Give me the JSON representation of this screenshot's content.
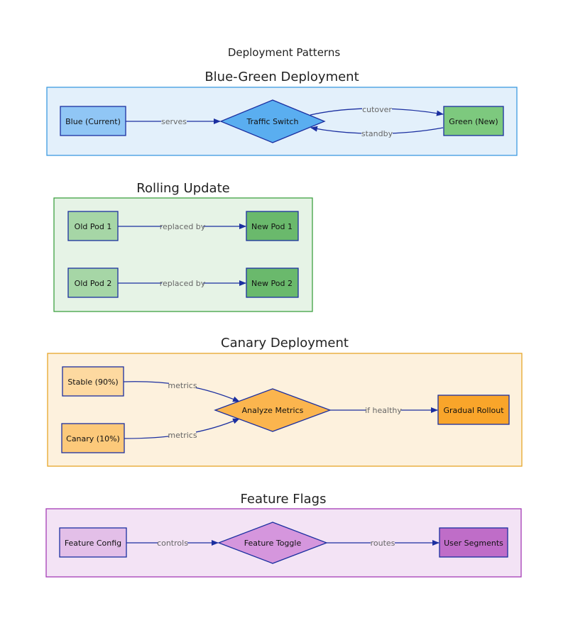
{
  "title": "Deployment Patterns",
  "groups": {
    "blue_green": {
      "title": "Blue-Green Deployment",
      "nodes": {
        "blue": "Blue (Current)",
        "switch": "Traffic Switch",
        "green": "Green (New)"
      },
      "edges": {
        "serves": "serves",
        "cutover": "cutover",
        "standby": "standby"
      }
    },
    "rolling": {
      "title": "Rolling Update",
      "nodes": {
        "old1": "Old Pod 1",
        "new1": "New Pod 1",
        "old2": "Old Pod 2",
        "new2": "New Pod 2"
      },
      "edges": {
        "replaced1": "replaced by",
        "replaced2": "replaced by"
      }
    },
    "canary": {
      "title": "Canary Deployment",
      "nodes": {
        "stable": "Stable (90%)",
        "canary": "Canary (10%)",
        "analyze": "Analyze Metrics",
        "rollout": "Gradual Rollout"
      },
      "edges": {
        "metrics1": "metrics",
        "metrics2": "metrics",
        "if_healthy": "if healthy"
      }
    },
    "feature_flags": {
      "title": "Feature Flags",
      "nodes": {
        "config": "Feature Config",
        "toggle": "Feature Toggle",
        "segments": "User Segments"
      },
      "edges": {
        "controls": "controls",
        "routes": "routes"
      }
    }
  },
  "colors": {
    "edge": "#1b2fa0",
    "blue_green_bg": "#e3f0fb",
    "blue_green_border": "#3d9be0",
    "blue_node": "#90c6f5",
    "switch_node": "#5aaef0",
    "green_node": "#7dc97e",
    "rolling_bg": "#e6f3e6",
    "rolling_border": "#3fa142",
    "old_pod": "#a6d6a6",
    "new_pod": "#6ab96c",
    "canary_bg": "#fdf1dd",
    "canary_border": "#e6a629",
    "stable_node": "#fdd9a0",
    "canary_node": "#fcc97a",
    "analyze_node": "#fbb54e",
    "rollout_node": "#f9a52a",
    "flags_bg": "#f3e3f5",
    "flags_border": "#a43cb5",
    "config_node": "#e3bfe8",
    "toggle_node": "#d596dd",
    "segments_node": "#bf6dc8"
  }
}
